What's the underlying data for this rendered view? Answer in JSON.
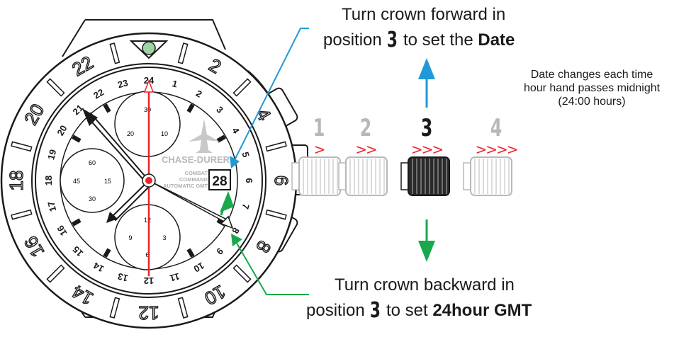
{
  "captions": {
    "forward_line1": "Turn crown forward in",
    "forward_prefix": "position",
    "forward_number": "3",
    "forward_mid": "to set the",
    "forward_bold": "Date",
    "backward_line1": "Turn crown backward in",
    "backward_prefix": "position",
    "backward_number": "3",
    "backward_mid": "to set",
    "backward_bold": "24hour GMT"
  },
  "note": {
    "line1": "Date changes each time",
    "line2": "hour hand passes midnight",
    "line3": "(24:00 hours)"
  },
  "positions": [
    {
      "label": "1",
      "chevrons": ">",
      "active": false
    },
    {
      "label": "2",
      "chevrons": ">>",
      "active": false
    },
    {
      "label": "3",
      "chevrons": ">>>",
      "active": true
    },
    {
      "label": "4",
      "chevrons": ">>>>",
      "active": false
    }
  ],
  "watch": {
    "brand": "CHASE-DURER",
    "model_lines": [
      "COMBAT",
      "COMMAND",
      "AUTOMATIC GMT"
    ],
    "date_window": "28",
    "bezel_numbers": [
      "2",
      "4",
      "6",
      "8",
      "10",
      "12",
      "14",
      "16",
      "18",
      "20",
      "22"
    ],
    "dial_24h_numbers": [
      "24",
      "1",
      "2",
      "3",
      "4",
      "5",
      "6",
      "7",
      "8",
      "9",
      "10",
      "11",
      "12",
      "13",
      "14",
      "15",
      "16",
      "17",
      "18",
      "19",
      "20",
      "21",
      "22",
      "23"
    ],
    "subdial_top": [
      "30",
      "10",
      "20"
    ],
    "subdial_left": [
      "60",
      "15",
      "45",
      "30"
    ],
    "subdial_bottom": [
      "12",
      "3",
      "9",
      "6"
    ]
  },
  "colors": {
    "arrow_blue": "#1f9ad6",
    "arrow_green": "#19a84a",
    "chevron_red": "#e8262b",
    "hand_red": "#e8262b",
    "grey_label": "#b8b8b8",
    "ink": "#1a1a1a"
  },
  "icons": {
    "crown": "watch-crown-icon",
    "lume": "lume-dot-icon"
  }
}
